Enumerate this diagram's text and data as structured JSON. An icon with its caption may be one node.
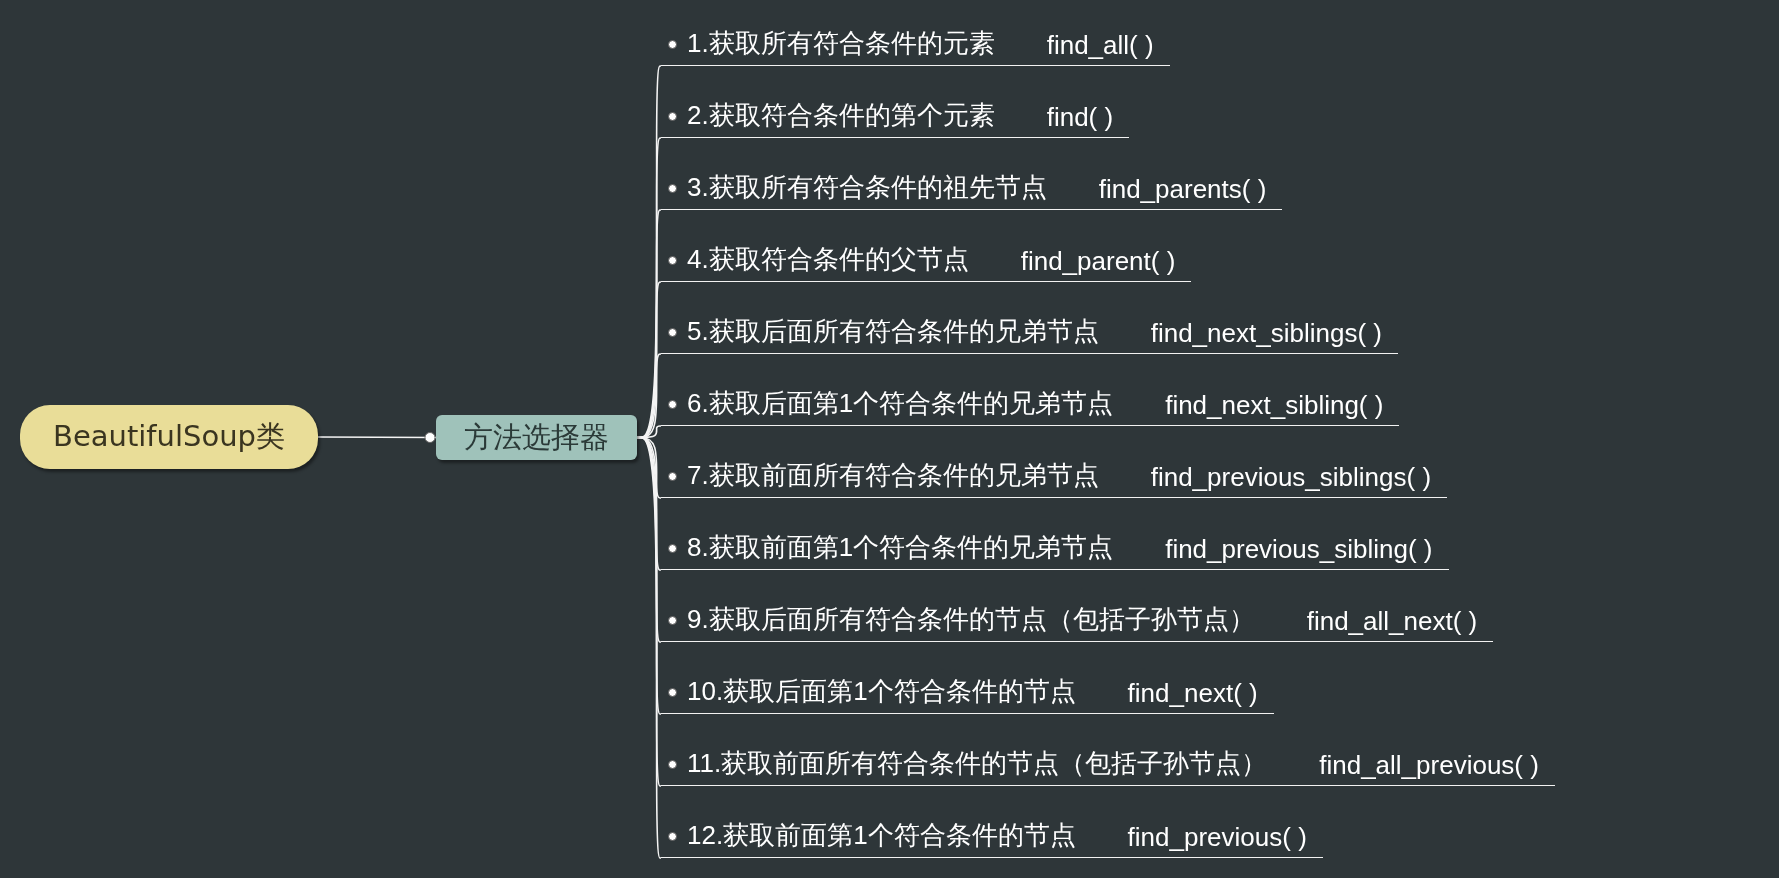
{
  "diagram": {
    "nodes": [
      {
        "text": [
          "BeautifulSoup类"
        ]
      },
      {
        "text": [
          "方法选择器"
        ]
      },
      {
        "text": [
          "1.获取所有符合条件的元素",
          "find_all( )"
        ]
      },
      {
        "text": [
          "2.获取符合条件的第个元素",
          "find( )"
        ]
      },
      {
        "text": [
          "3.获取所有符合条件的祖先节点",
          "find_parents( )"
        ]
      },
      {
        "text": [
          "4.获取符合条件的父节点",
          "find_parent( )"
        ]
      },
      {
        "text": [
          "5.获取后面所有符合条件的兄弟节点",
          "find_next_siblings( )"
        ]
      },
      {
        "text": [
          "6.获取后面第1个符合条件的兄弟节点",
          "find_next_sibling( )"
        ]
      },
      {
        "text": [
          "7.获取前面所有符合条件的兄弟节点",
          "find_previous_siblings( )"
        ]
      },
      {
        "text": [
          "8.获取前面第1个符合条件的兄弟节点",
          "find_previous_sibling( )"
        ]
      },
      {
        "text": [
          "9.获取后面所有符合条件的节点（包括子孙节点）",
          "find_all_next( )"
        ]
      },
      {
        "text": [
          "10.获取后面第1个符合条件的节点",
          "find_next( )"
        ]
      },
      {
        "text": [
          "11.获取前面所有符合条件的节点（包括子孙节点）",
          "find_all_previous( )"
        ]
      },
      {
        "text": [
          "12.获取前面第1个符合条件的节点",
          "find_previous( )"
        ]
      }
    ],
    "edges": [
      {
        "from": 0,
        "to": 1,
        "arrow": "none"
      },
      {
        "from": 1,
        "to": 2,
        "arrow": "none"
      },
      {
        "from": 1,
        "to": 3,
        "arrow": "none"
      },
      {
        "from": 1,
        "to": 4,
        "arrow": "none"
      },
      {
        "from": 1,
        "to": 5,
        "arrow": "none"
      },
      {
        "from": 1,
        "to": 6,
        "arrow": "none"
      },
      {
        "from": 1,
        "to": 7,
        "arrow": "none"
      },
      {
        "from": 1,
        "to": 8,
        "arrow": "none"
      },
      {
        "from": 1,
        "to": 9,
        "arrow": "none"
      },
      {
        "from": 1,
        "to": 10,
        "arrow": "none"
      },
      {
        "from": 1,
        "to": 11,
        "arrow": "none"
      },
      {
        "from": 1,
        "to": 12,
        "arrow": "none"
      },
      {
        "from": 1,
        "to": 13,
        "arrow": "none"
      }
    ]
  }
}
